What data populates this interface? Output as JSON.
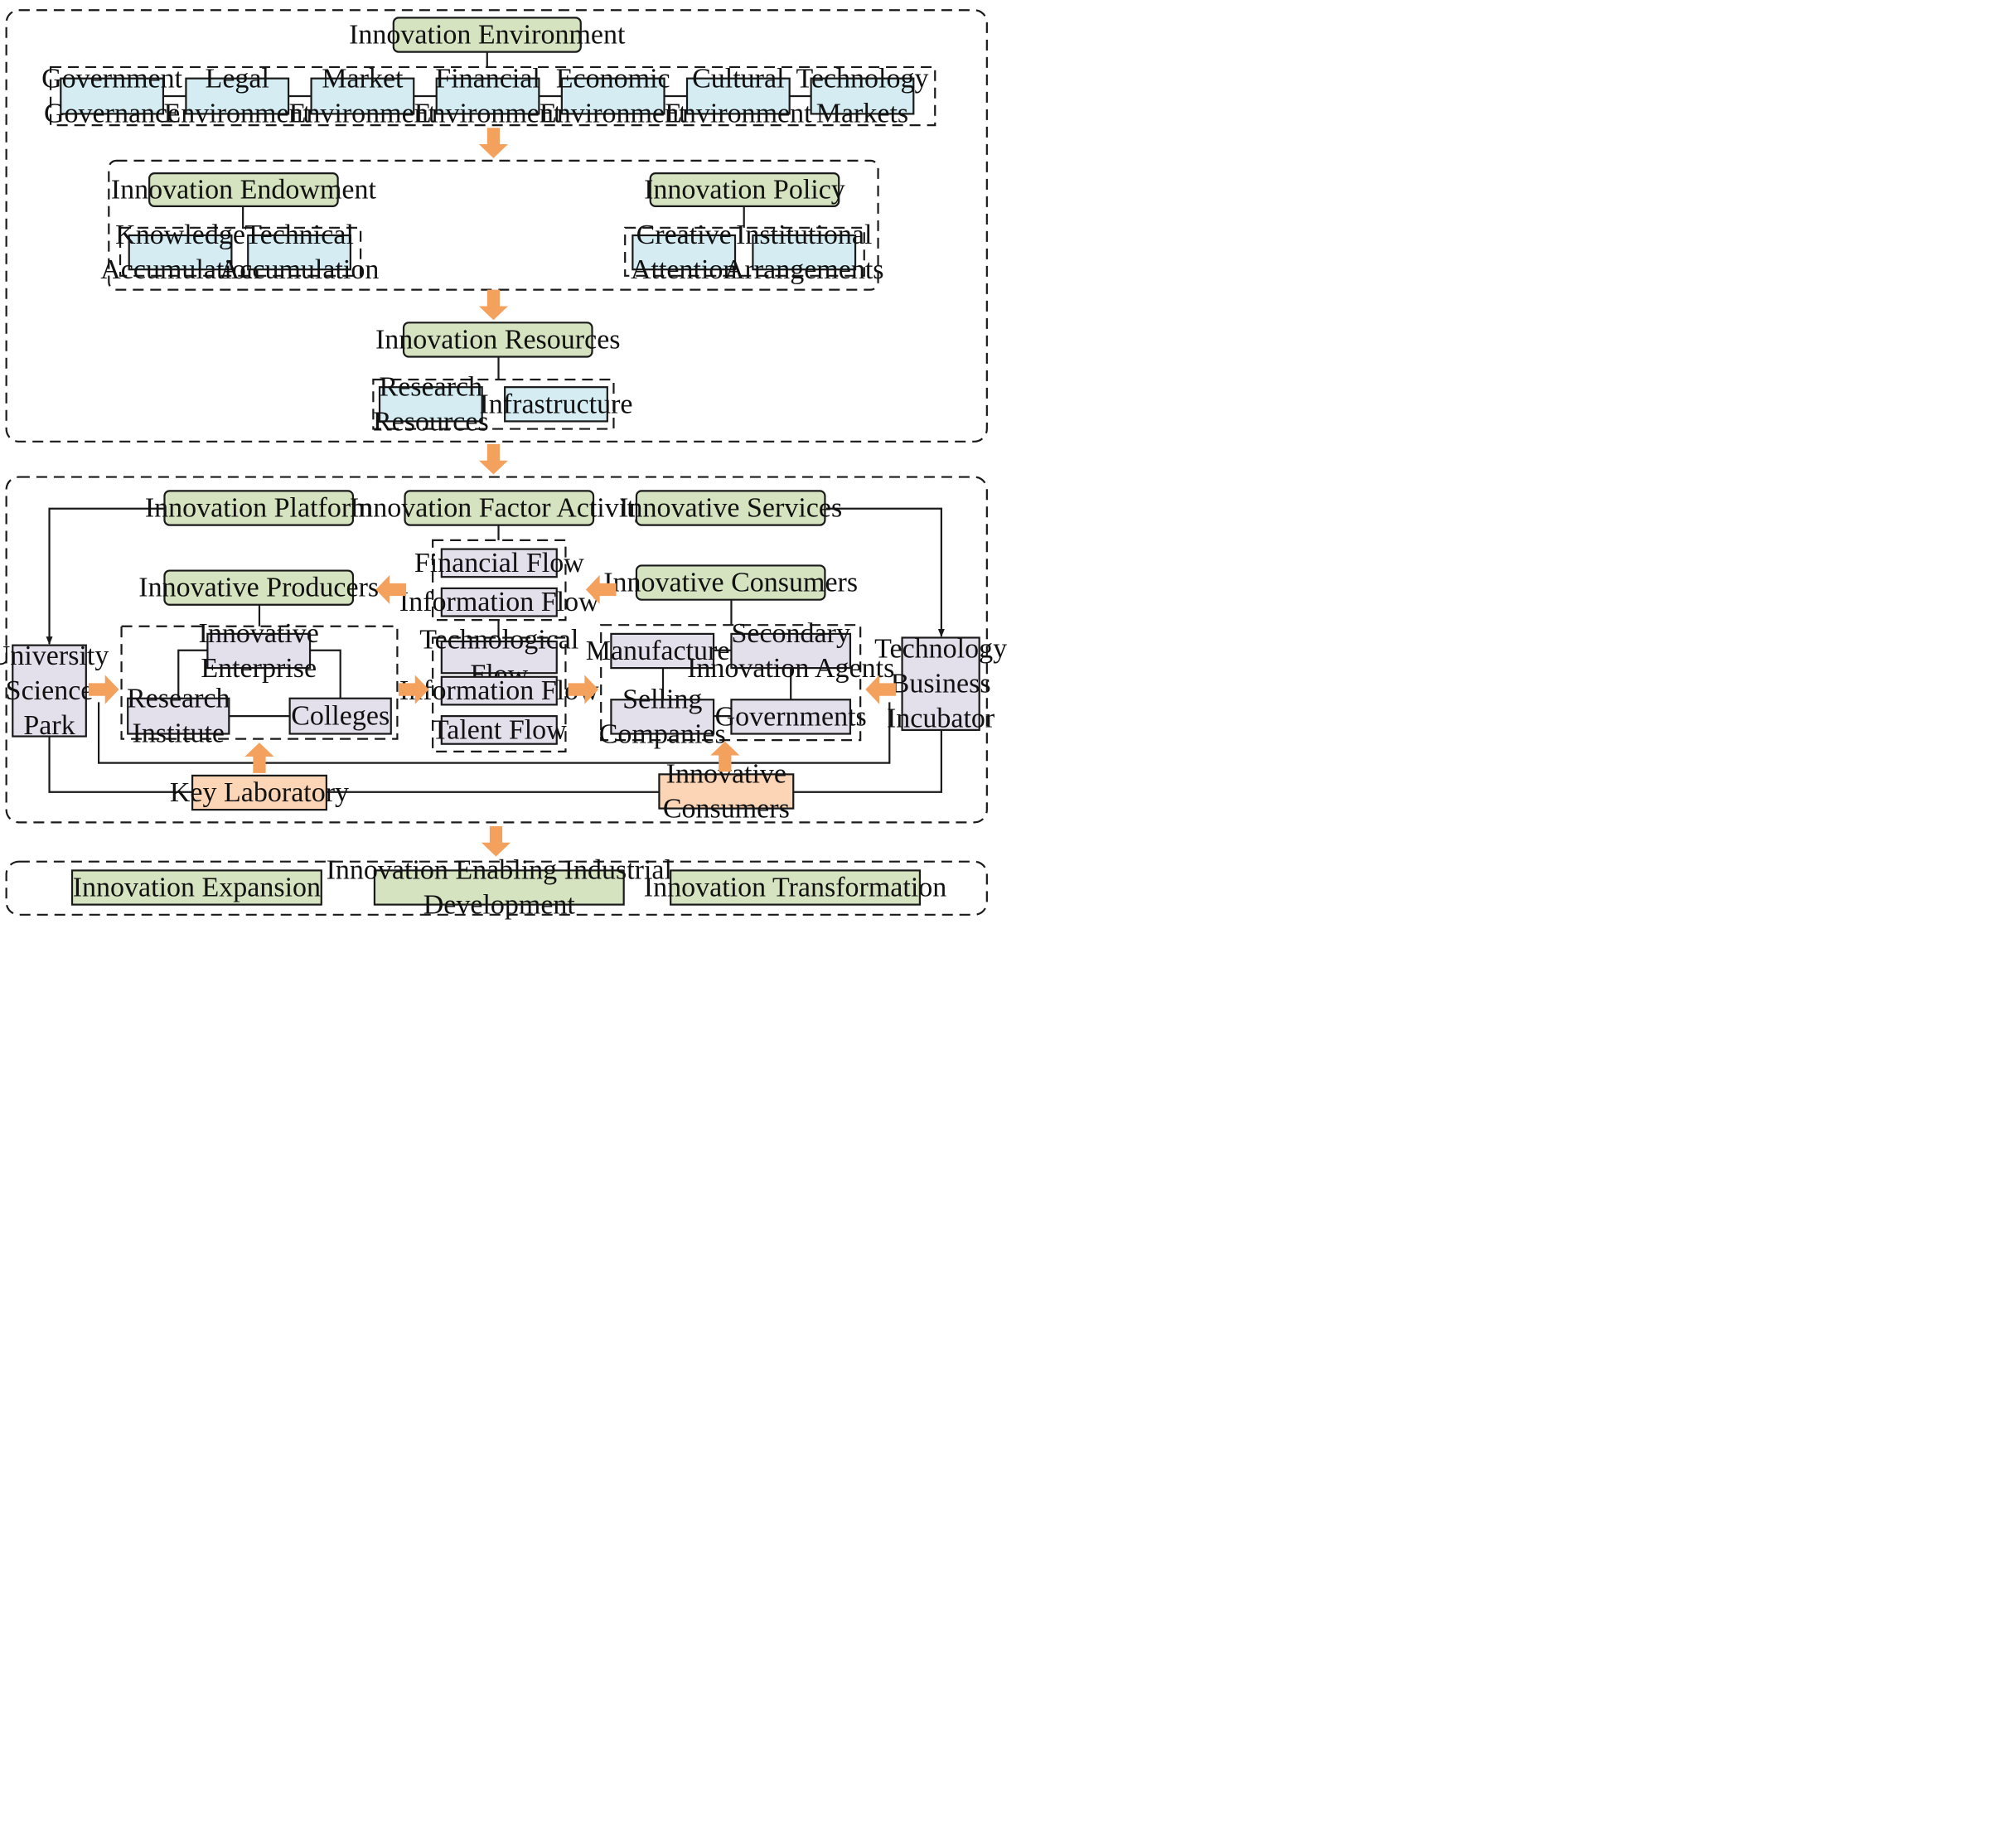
{
  "colors": {
    "green_box": "#d6e3c0",
    "blue_box": "#d5ecf2",
    "purple_box": "#e3e0ec",
    "orange_box": "#fbd5b5",
    "arrow_orange": "#f4a15e",
    "line": "#1a1a1a"
  },
  "environment": {
    "title": "Innovation Environment",
    "factors": [
      [
        "Government",
        "Governance"
      ],
      [
        "Legal",
        "Environment"
      ],
      [
        "Market",
        "Environment"
      ],
      [
        "Financial",
        "Environment"
      ],
      [
        "Economic",
        "Environment"
      ],
      [
        "Cultural",
        "Environment"
      ],
      [
        "Technology",
        "Markets"
      ]
    ]
  },
  "endowment": {
    "title": "Innovation Endowment",
    "items": [
      [
        "Knowledge",
        "Accumulation"
      ],
      [
        "Technical",
        "Accumulation"
      ]
    ]
  },
  "policy": {
    "title": "Innovation Policy",
    "items": [
      [
        "Creative",
        "Attention"
      ],
      [
        "Institutional",
        "Arrangements"
      ]
    ]
  },
  "resources": {
    "title": "Innovation Resources",
    "items": [
      [
        "Research",
        "Resources"
      ],
      [
        "Infrastructure"
      ]
    ]
  },
  "activity": {
    "platform": "Innovation Platform",
    "factor_activity": "Innovation Factor Activity",
    "services": "Innovative Services",
    "producers": "Innovative Producers",
    "consumers": "Innovative Consumers",
    "flows_top": [
      [
        "Financial Flow"
      ],
      [
        "Information Flow"
      ]
    ],
    "flows_bottom": [
      [
        "Technological",
        "Flow"
      ],
      [
        "Information Flow"
      ],
      [
        "Talent Flow"
      ]
    ],
    "producer_items": {
      "enterprise": [
        "Innovative",
        "Enterprise"
      ],
      "research": [
        "Research",
        "Institute"
      ],
      "colleges": [
        "Colleges"
      ]
    },
    "consumer_items": {
      "manufacturer": [
        "Manufacturer"
      ],
      "secondary": [
        "Secondary",
        "Innovation  Agents"
      ],
      "selling": [
        "Selling",
        "Companies"
      ],
      "governments": [
        "Governments"
      ]
    },
    "university": [
      "University",
      "Science",
      "Park"
    ],
    "incubator": [
      "Technology",
      "Business",
      "Incubator"
    ],
    "key_lab": [
      "Key Laboratory"
    ],
    "innovative_consumers_box": [
      "Innovative",
      "Consumers"
    ]
  },
  "outcomes": [
    [
      "Innovation Expansion"
    ],
    [
      "Innovation Enabling Industrial",
      "Development"
    ],
    [
      "Innovation Transformation"
    ]
  ]
}
